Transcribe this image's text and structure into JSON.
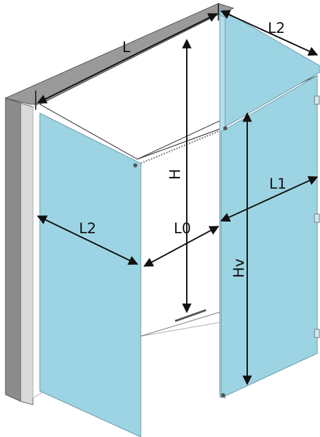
{
  "labels": {
    "L": "L",
    "L2_top": "L2",
    "H": "H",
    "L2_left": "L2",
    "L0": "L0",
    "L1": "L1",
    "Hv": "Hv"
  },
  "colors": {
    "glass": "#9dd4e3",
    "glass_edge": "#6a9aa8",
    "wall_dark": "#8c8c8c",
    "wall_light": "#b8b8b8",
    "line": "#111111",
    "frame": "#444444"
  }
}
